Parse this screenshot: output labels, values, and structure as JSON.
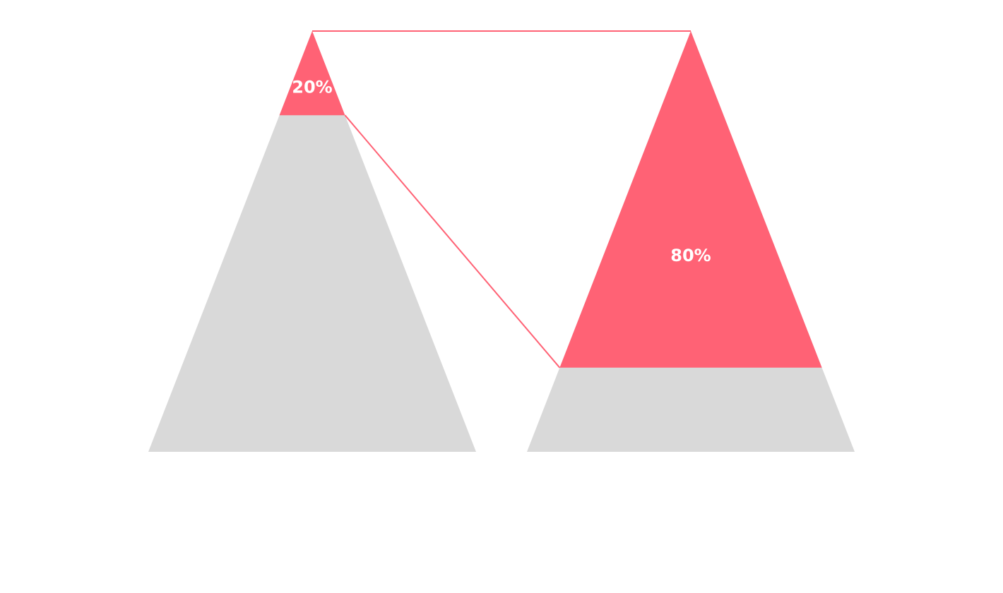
{
  "chart_data": {
    "type": "pyramid",
    "title": "",
    "series": [
      {
        "value": 20,
        "label": "20%"
      },
      {
        "value": 80,
        "label": "80%"
      }
    ],
    "colors": {
      "highlight": "#ff6275",
      "remainder": "#d9d9d9",
      "connector": "#ff6275",
      "label": "#ffffff"
    }
  }
}
